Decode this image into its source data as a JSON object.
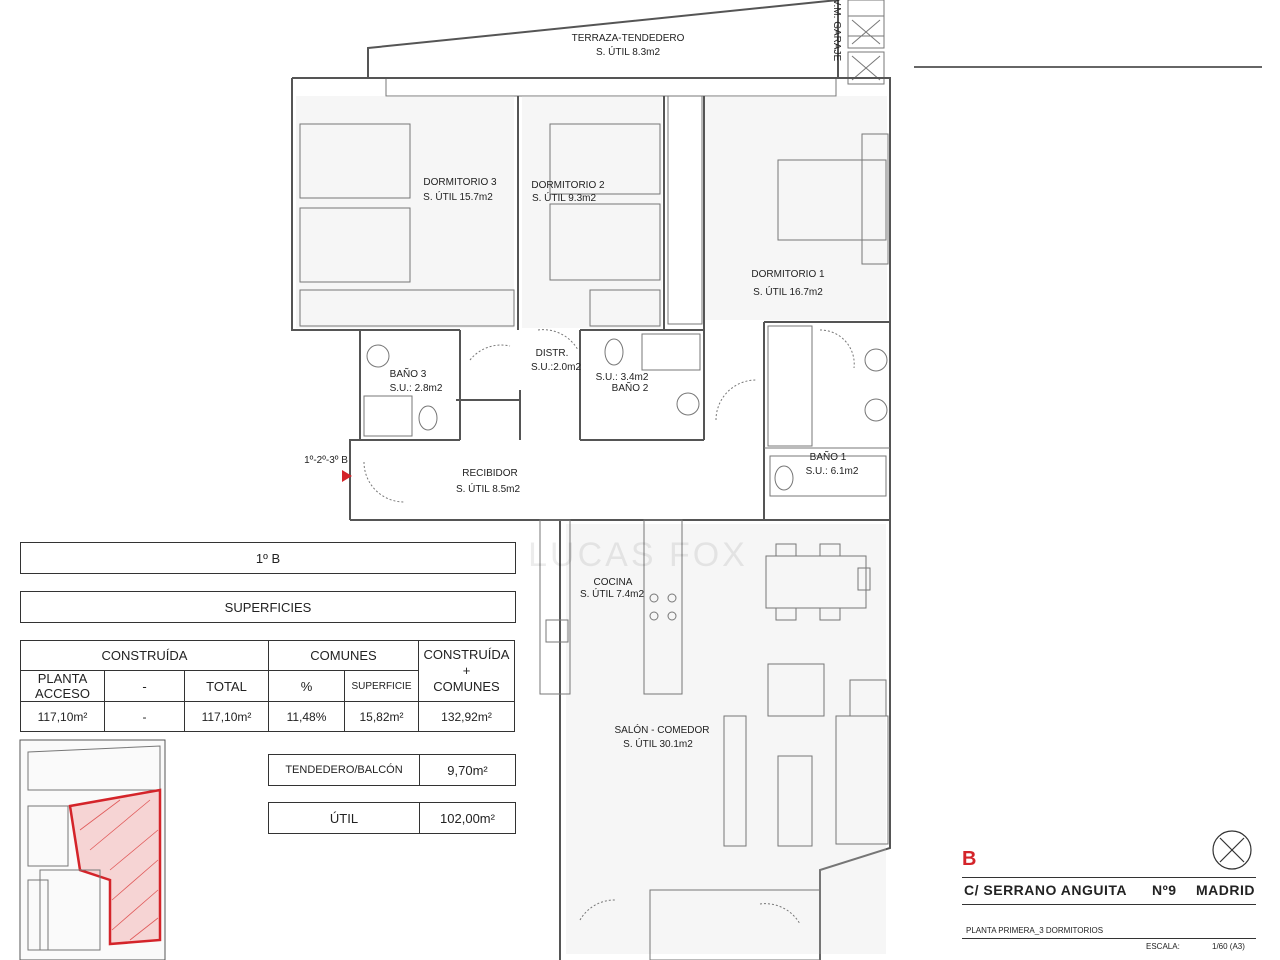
{
  "rooms": {
    "terraza": {
      "name": "TERRAZA-TENDEDERO",
      "area": "S. ÚTIL 8.3m2"
    },
    "garage_label": "V.M. GARAJE",
    "dorm3": {
      "name": "DORMITORIO 3",
      "area": "S. ÚTIL 15.7m2"
    },
    "dorm2": {
      "name": "DORMITORIO 2",
      "area": "S. ÚTIL 9.3m2"
    },
    "dorm1": {
      "name": "DORMITORIO 1",
      "area": "S. ÚTIL 16.7m2"
    },
    "bano3": {
      "name": "BAÑO 3",
      "area": "S.U.: 2.8m2"
    },
    "distr": {
      "name": "DISTR.",
      "area": "S.U.:2.0m2"
    },
    "bano2": {
      "name": "BAÑO 2",
      "area": "S.U.: 3.4m2"
    },
    "bano1": {
      "name": "BAÑO 1",
      "area": "S.U.: 6.1m2"
    },
    "entrance": "1º-2º-3º B",
    "recibidor": {
      "name": "RECIBIDOR",
      "area": "S. ÚTIL 8.5m2"
    },
    "cocina": {
      "name": "COCINA",
      "area": "S. ÚTIL 7.4m2"
    },
    "salon": {
      "name": "SALÓN - COMEDOR",
      "area": "S. ÚTIL 30.1m2"
    }
  },
  "watermark": "LUCAS FOX",
  "unit": "1º B",
  "superficies_title": "SUPERFICIES",
  "table": {
    "construida": "CONSTRUÍDA",
    "comunes": "COMUNES",
    "construida_comunes_1": "CONSTRUÍDA",
    "construida_comunes_2": "+",
    "construida_comunes_3": "COMUNES",
    "planta_acceso_1": "PLANTA",
    "planta_acceso_2": "ACCESO",
    "dash": "-",
    "total": "TOTAL",
    "pct": "%",
    "superficie": "SUPERFICIE",
    "v_planta": "117,10m²",
    "v_dash": "-",
    "v_total": "117,10m²",
    "v_pct": "11,48%",
    "v_sup": "15,82m²",
    "v_cc": "132,92m²"
  },
  "tendedero": {
    "label": "TENDEDERO/BALCÓN",
    "value": "9,70m²"
  },
  "util": {
    "label": "ÚTIL",
    "value": "102,00m²"
  },
  "titleblock": {
    "letter": "B",
    "street": "C/ SERRANO ANGUITA",
    "number": "Nº9",
    "city": "MADRID",
    "plan": "PLANTA PRIMERA_3 DORMITORIOS",
    "escala_label": "ESCALA:",
    "escala_value": "1/60 (A3)"
  },
  "colors": {
    "accent_red": "#d4242a"
  }
}
